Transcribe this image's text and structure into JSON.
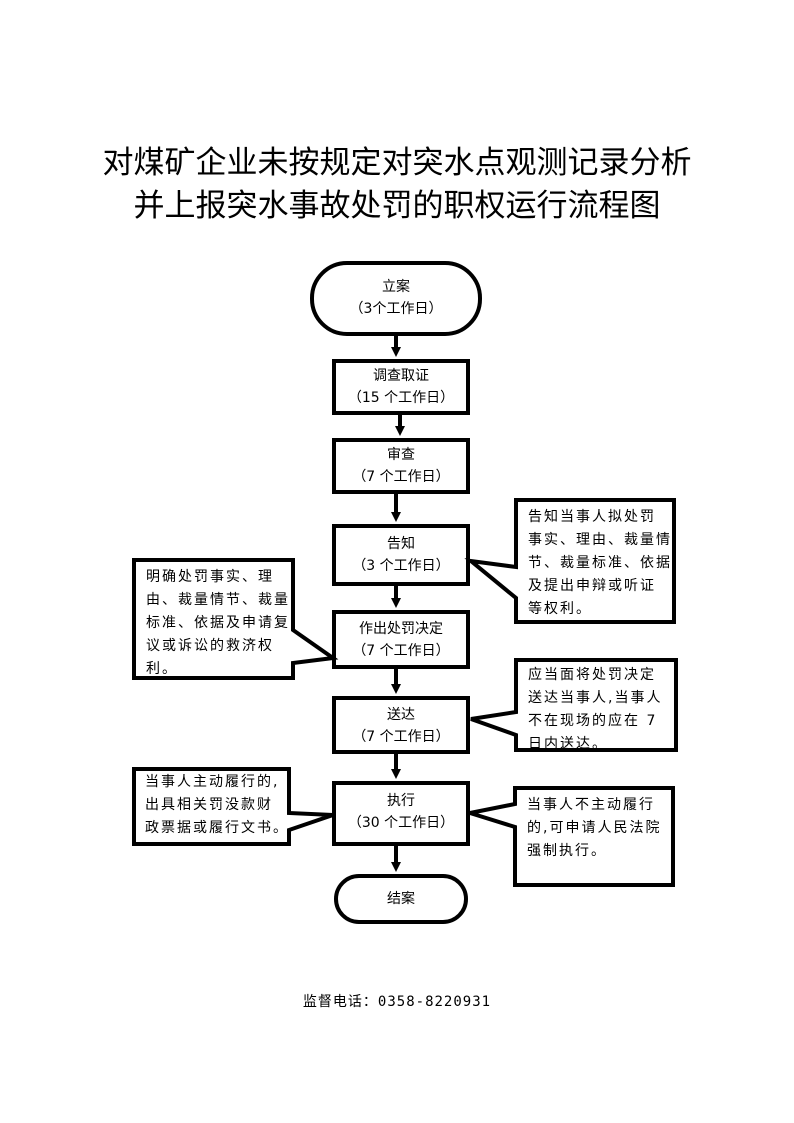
{
  "title": {
    "line1": "对煤矿企业未按规定对突水点观测记录分析",
    "line2": "并上报突水事故处罚的职权运行流程图"
  },
  "steps": [
    {
      "name": "立案",
      "duration": "（3个工作日）",
      "shape": "terminal"
    },
    {
      "name": "调查取证",
      "duration": "（15 个工作日）",
      "shape": "process"
    },
    {
      "name": "审查",
      "duration": "（7 个工作日）",
      "shape": "process"
    },
    {
      "name": "告知",
      "duration": "（3 个工作日）",
      "shape": "process"
    },
    {
      "name": "作出处罚决定",
      "duration": "（7 个工作日）",
      "shape": "process"
    },
    {
      "name": "送达",
      "duration": "（7 个工作日）",
      "shape": "process"
    },
    {
      "name": "执行",
      "duration": "（30 个工作日）",
      "shape": "process"
    },
    {
      "name": "结案",
      "duration": "",
      "shape": "terminal"
    }
  ],
  "notes": {
    "notify": [
      "告知当事人拟处罚",
      "事实、理由、裁量情",
      "节、裁量标准、依据",
      "及提出申辩或听证",
      "等权利。"
    ],
    "decision": [
      "明确处罚事实、理",
      "由、裁量情节、裁量",
      "标准、依据及申请复",
      "议或诉讼的救济权",
      "利。"
    ],
    "deliver": [
      "应当面将处罚决定",
      "送达当事人,当事人",
      "不在现场的应在 7",
      "日内送达。"
    ],
    "execute_voluntary": [
      "当事人主动履行的,",
      "出具相关罚没款财",
      "政票据或履行文书。"
    ],
    "execute_forced": [
      "当事人不主动履行",
      "的,可申请人民法院",
      "强制执行。"
    ]
  },
  "footer": {
    "label": "监督电话：",
    "phone": "0358-8220931"
  }
}
